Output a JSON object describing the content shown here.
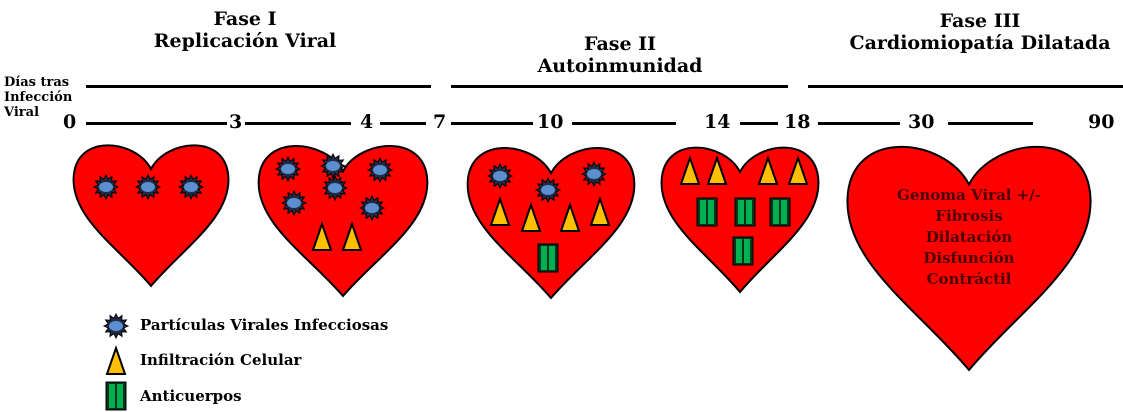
{
  "phases": [
    {
      "name": "Fase I",
      "subtitle": "Replicación Viral"
    },
    {
      "name": "Fase II",
      "subtitle": "Autoinmunidad"
    },
    {
      "name": "Fase III",
      "subtitle": "Cardiomiopatía Dilatada"
    }
  ],
  "axis_label": [
    "Días tras",
    "Infección",
    "Viral"
  ],
  "ticks": [
    "0",
    "3",
    "4",
    "7",
    "10",
    "14",
    "18",
    "30",
    "90"
  ],
  "hearts": [
    {
      "viral_particles": 3,
      "infiltrating_cells": 0,
      "antibodies": 0
    },
    {
      "viral_particles": 6,
      "infiltrating_cells": 2,
      "antibodies": 0
    },
    {
      "viral_particles": 3,
      "infiltrating_cells": 4,
      "antibodies": 1
    },
    {
      "viral_particles": 0,
      "infiltrating_cells": 4,
      "antibodies": 4
    },
    {
      "viral_particles": 0,
      "infiltrating_cells": 0,
      "antibodies": 0,
      "text": [
        "Genoma Viral +/-",
        "Fibrosis",
        "Dilatación",
        "Disfunción",
        "Contráctil"
      ]
    }
  ],
  "legend": [
    {
      "icon": "viral-particle-icon",
      "label": "Partículas Virales Infecciosas"
    },
    {
      "icon": "cell-infiltration-icon",
      "label": "Infiltración Celular"
    },
    {
      "icon": "antibody-icon",
      "label": "Anticuerpos"
    }
  ],
  "colors": {
    "heart_fill": "#ff0000",
    "heart_stroke": "#000000",
    "viral_fill": "#5b8fd0",
    "triangle_fill": "#ffc000",
    "antibody_fill": "#00b050",
    "antibody_dark": "#00331a",
    "heart_text": "#4d0000"
  }
}
